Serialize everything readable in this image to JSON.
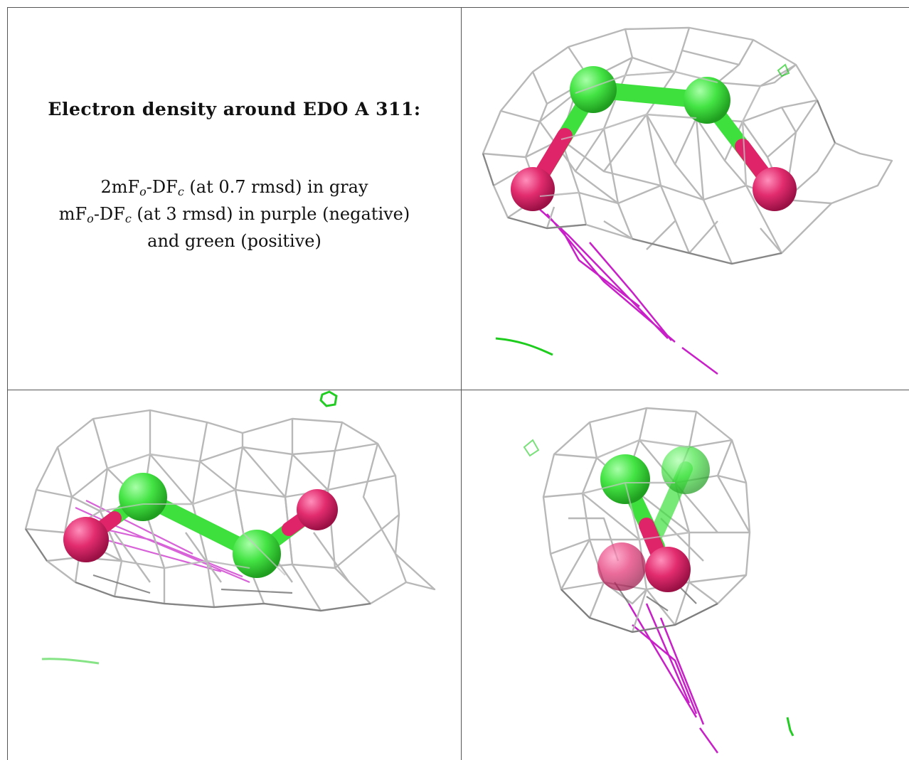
{
  "caption": {
    "title": "Electron density around EDO A 311:",
    "line1": {
      "pre": "2mF",
      "sub1": "o",
      "mid": "-DF",
      "sub2": "c",
      "post": " (at 0.7 rmsd) in gray"
    },
    "line2": {
      "pre": "mF",
      "sub1": "o",
      "mid": "-DF",
      "sub2": "c",
      "post": " (at 3 rmsd) in purple (negative)"
    },
    "line3": "and green (positive)"
  },
  "colors": {
    "mesh_gray": "#b4b4b4",
    "mesh_dark": "#6f6f6f",
    "carbon_green": "#3fe23f",
    "oxygen_pink": "#e0246a",
    "negative_purple": "#c824c8",
    "positive_green": "#22cc22",
    "grid_line": "#555555"
  },
  "panels": [
    "view-top-right",
    "view-bottom-left",
    "view-bottom-right"
  ]
}
